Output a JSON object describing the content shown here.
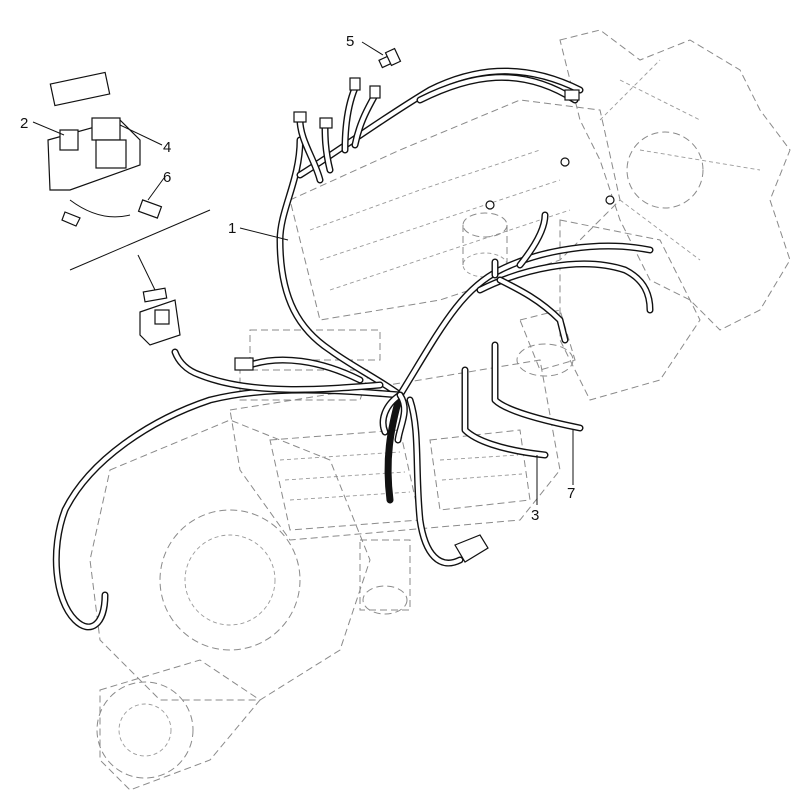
{
  "callouts": [
    {
      "id": "c1",
      "label": "1"
    },
    {
      "id": "c2",
      "label": "2"
    },
    {
      "id": "c3",
      "label": "3"
    },
    {
      "id": "c4",
      "label": "4"
    },
    {
      "id": "c5",
      "label": "5"
    },
    {
      "id": "c6",
      "label": "6"
    },
    {
      "id": "c7",
      "label": "7"
    }
  ],
  "colors": {
    "line": "#111111",
    "ghost": "#8a8a8a",
    "background": "#ffffff"
  }
}
